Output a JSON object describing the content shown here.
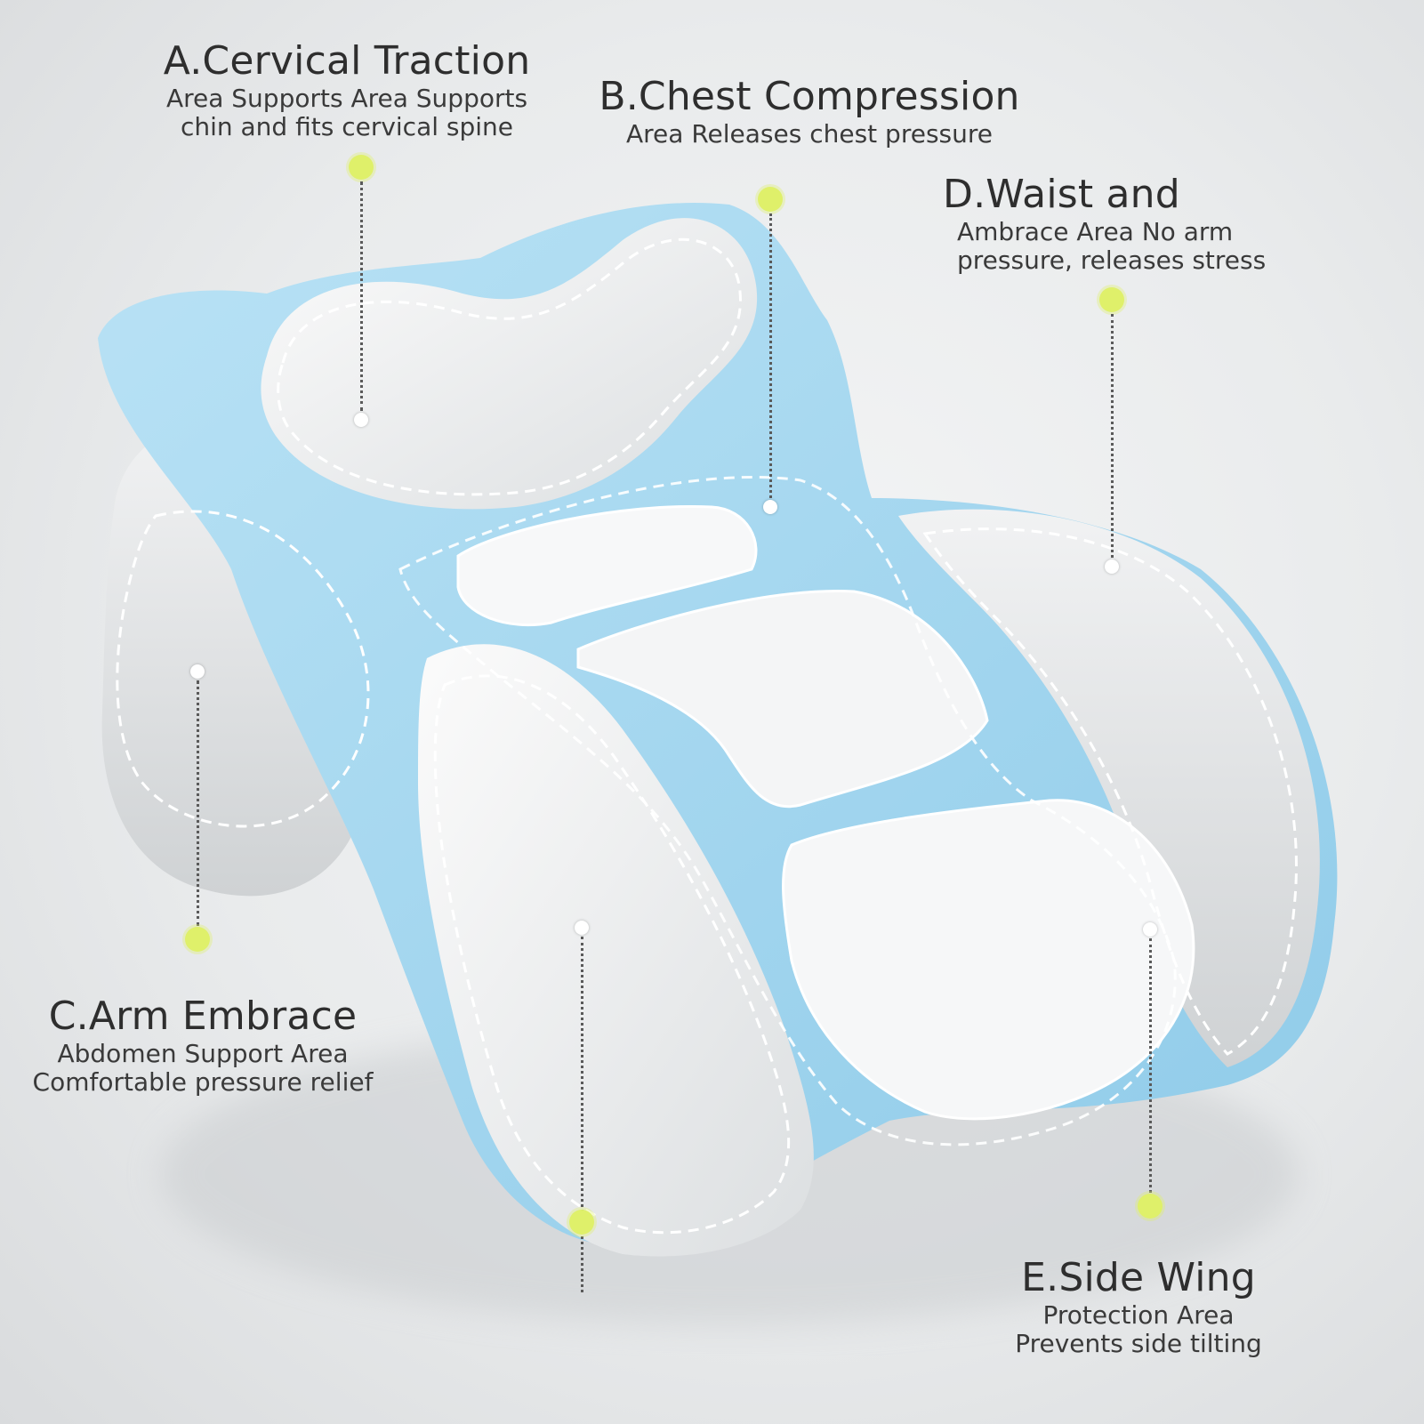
{
  "callouts": {
    "a": {
      "title": "A.Cervical Traction",
      "line1": "Area Supports Area Supports",
      "line2": "chin and fits cervical spine"
    },
    "b": {
      "title": "B.Chest Compression",
      "line1": "Area Releases chest pressure"
    },
    "c": {
      "title": "C.Arm Embrace",
      "line1": "Abdomen Support Area",
      "line2": "Comfortable pressure relief"
    },
    "d": {
      "title": "D.Waist and",
      "line1": "Ambrace Area No arm",
      "line2": "pressure, releases stress"
    },
    "e": {
      "title": "E.Side Wing",
      "line1": "Protection Area",
      "line2": "Prevents side tilting"
    }
  },
  "colors": {
    "marker": "#dff06a",
    "foam_blue": "#a9d8ef",
    "foam_white": "#f4f4f4",
    "leader": "#5a5a5a"
  }
}
